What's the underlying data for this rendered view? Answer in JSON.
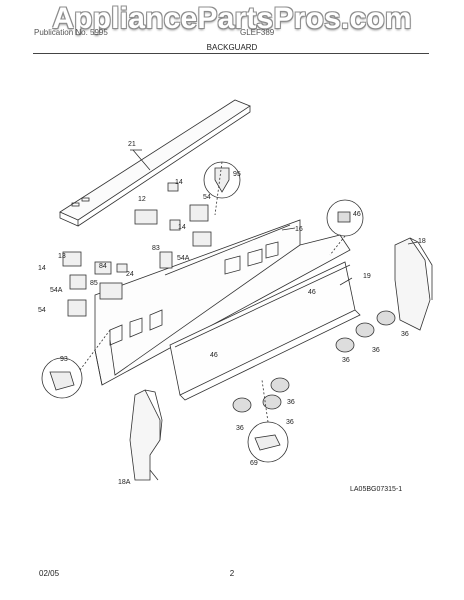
{
  "watermark": "AppliancePartsPros.com",
  "header": {
    "left": "Publication No. 5995",
    "right": "GLEF389",
    "section_title": "BACKGUARD"
  },
  "diagram_code": "LA05BG07315-1",
  "callouts": [
    "21",
    "14",
    "95",
    "12",
    "54",
    "14",
    "16",
    "46",
    "18",
    "83",
    "54A",
    "13",
    "84",
    "24",
    "14",
    "85",
    "19",
    "54A",
    "46",
    "54",
    "36",
    "36",
    "93",
    "46",
    "36",
    "36",
    "36",
    "69",
    "36",
    "18A"
  ],
  "footer": {
    "date": "02/05",
    "page": "2"
  }
}
